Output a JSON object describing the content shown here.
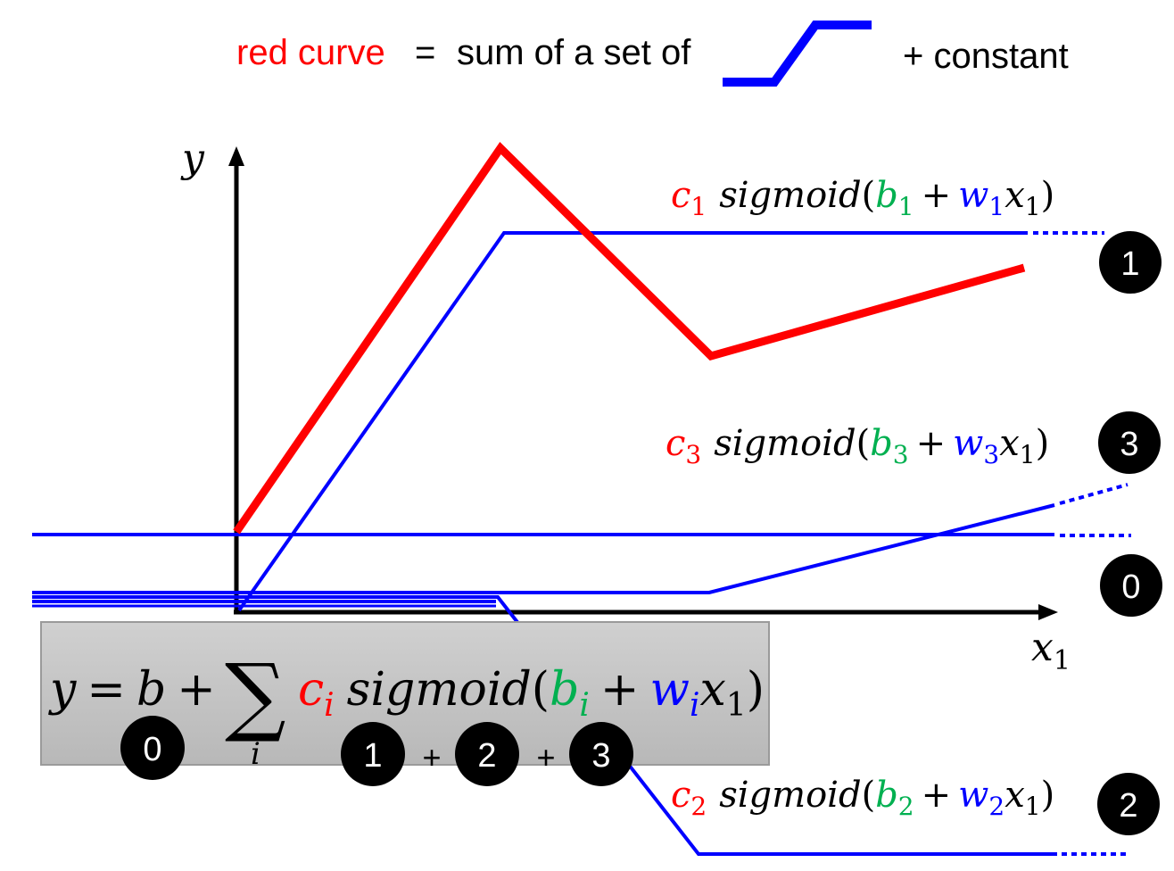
{
  "header": {
    "red_label": "red curve",
    "equals": "=",
    "phrase": "sum of a set of",
    "plus_constant": "+ constant"
  },
  "axes": {
    "y_label": "y",
    "x_label": "x",
    "x_subscript": "1"
  },
  "sigmoid_labels": [
    {
      "index": "1",
      "badge": "1"
    },
    {
      "index": "3",
      "badge": "3"
    },
    {
      "index": "2",
      "badge": "2"
    }
  ],
  "constant_badge": "0",
  "formula": {
    "lhs": "y",
    "eq": "=",
    "b": "b",
    "plus": "+",
    "sum": "∑",
    "sum_index": "i",
    "c": "c",
    "func": "sigmoid",
    "paren_open": "(",
    "b_term": "b",
    "w_term": "w",
    "sub_i": "i",
    "x": "x",
    "sub_1": "1",
    "paren_close": ")",
    "badge_0": "0",
    "badge_1": "1",
    "badge_2": "2",
    "badge_3": "3",
    "plus_1": "+",
    "plus_2": "+"
  },
  "colors": {
    "red": "#ff0000",
    "blue": "#0000ff",
    "green": "#00b050",
    "black": "#000000",
    "box_fill": "#c8c8c8",
    "box_border": "#9a9a9a"
  }
}
